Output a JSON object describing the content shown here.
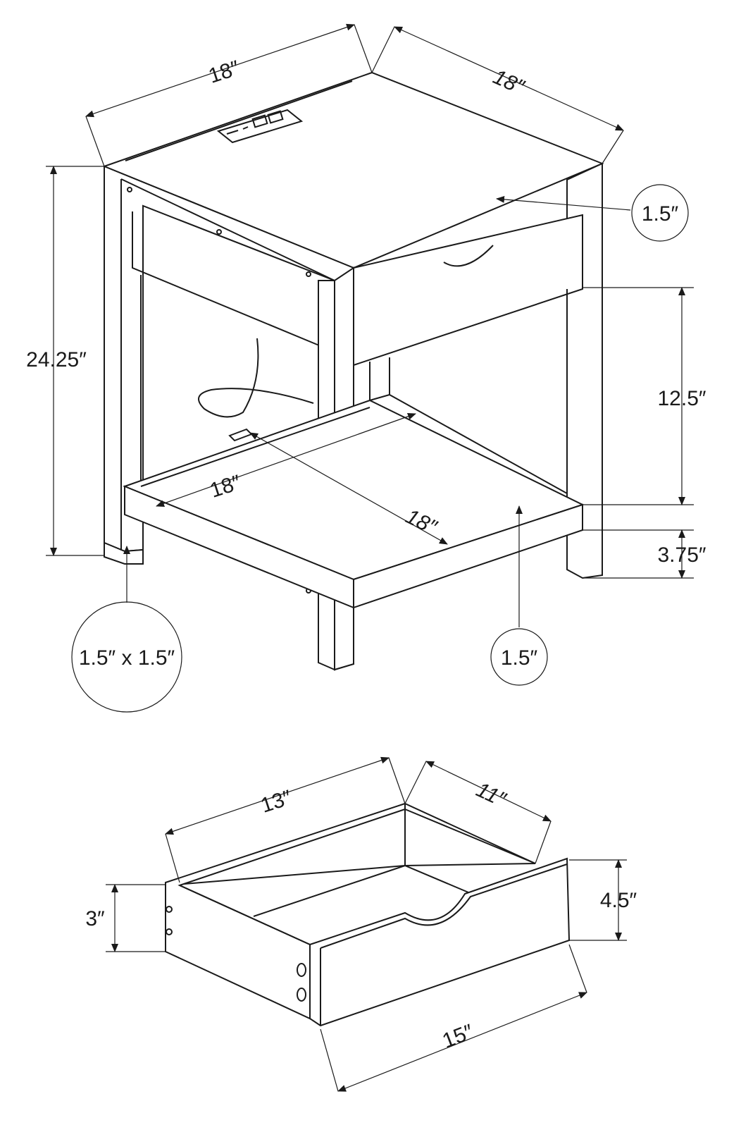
{
  "table": {
    "top_width": "18″",
    "top_depth": "18″",
    "overall_height": "24.25″",
    "top_thickness": "1.5″",
    "drawer_opening_height": "12.5″",
    "leg_clearance": "3.75″",
    "shelf_width": "18″",
    "shelf_depth": "18″",
    "leg_size": "1.5″ x 1.5″",
    "shelf_thickness": "1.5″"
  },
  "drawer": {
    "inner_width": "13″",
    "inner_depth": "11″",
    "side_height": "3″",
    "front_height": "4.5″",
    "front_width": "15″"
  }
}
